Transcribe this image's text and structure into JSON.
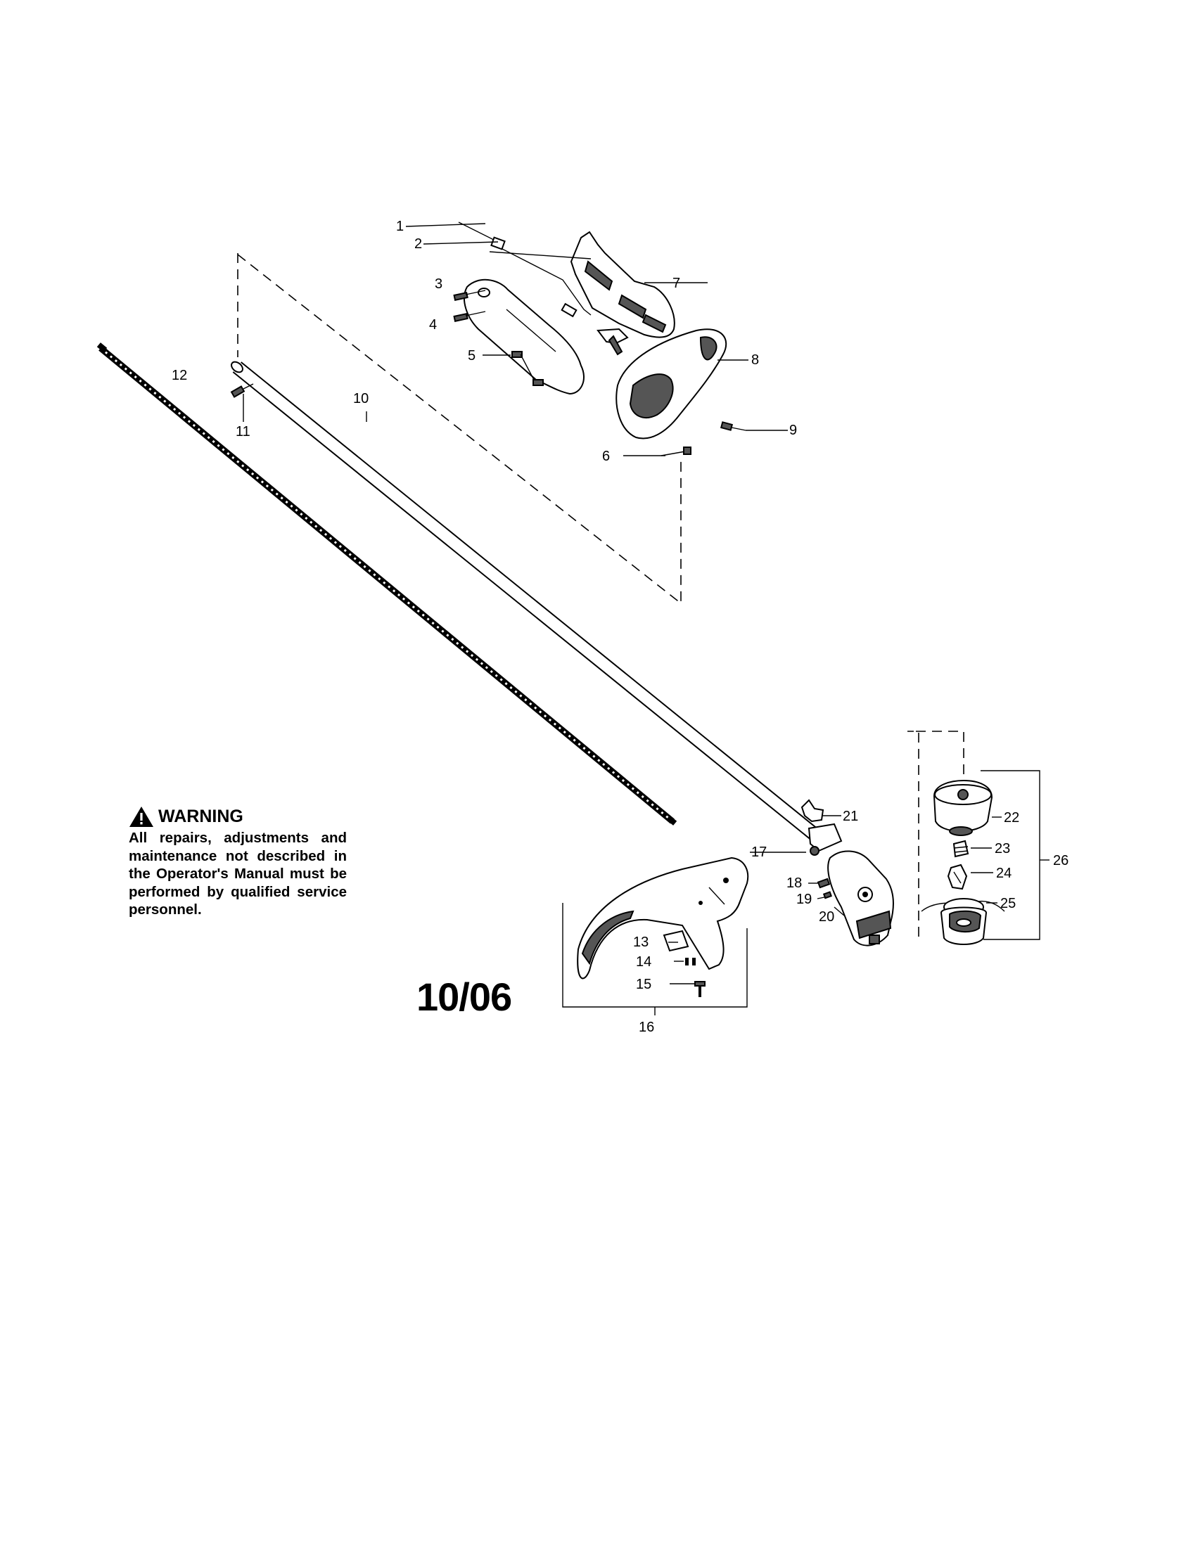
{
  "warning": {
    "title": "WARNING",
    "text": "All repairs, adjustments and maintenance not described in the Operator's Manual must be performed by qualified service personnel."
  },
  "date": "10/06",
  "callouts": {
    "c1": "1",
    "c2": "2",
    "c3": "3",
    "c4": "4",
    "c5": "5",
    "c6": "6",
    "c7": "7",
    "c8": "8",
    "c9": "9",
    "c10": "10",
    "c11": "11",
    "c12": "12",
    "c13": "13",
    "c14": "14",
    "c15": "15",
    "c16": "16",
    "c17": "17",
    "c18": "18",
    "c19": "19",
    "c20": "20",
    "c21": "21",
    "c22": "22",
    "c23": "23",
    "c24": "24",
    "c25": "25",
    "c26": "26"
  }
}
